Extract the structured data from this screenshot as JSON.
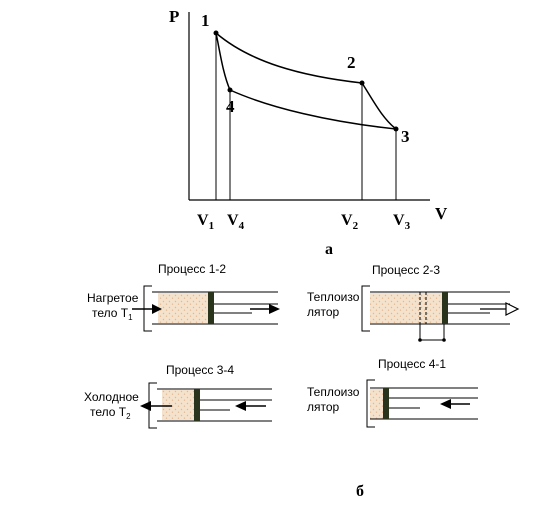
{
  "pv_diagram": {
    "axis_p": "P",
    "axis_v": "V",
    "points": [
      "1",
      "2",
      "3",
      "4"
    ],
    "volumes": {
      "v1": {
        "base": "V",
        "sub": "1"
      },
      "v4": {
        "base": "V",
        "sub": "4"
      },
      "v2": {
        "base": "V",
        "sub": "2"
      },
      "v3": {
        "base": "V",
        "sub": "3"
      }
    },
    "caption": "а"
  },
  "processes": {
    "p12": {
      "title": "Процесс 1-2",
      "side_line1": "Нагретое",
      "side_line2_base": "тело Т",
      "side_line2_sub": "1"
    },
    "p23": {
      "title": "Процесс 2-3",
      "side_line1": "Теплоизо",
      "side_line2": "лятор"
    },
    "p34": {
      "title": "Процесс 3-4",
      "side_line1": "Холодное",
      "side_line2_base": "тело Т",
      "side_line2_sub": "2"
    },
    "p41": {
      "title": "Процесс 4-1",
      "side_line1": "Теплоизо",
      "side_line2": "лятор"
    },
    "caption": "б"
  },
  "colors": {
    "line": "#000000",
    "gas_fill": "#f5e2cc",
    "gas_dots": "#e0b894",
    "piston": "#2a331c"
  }
}
